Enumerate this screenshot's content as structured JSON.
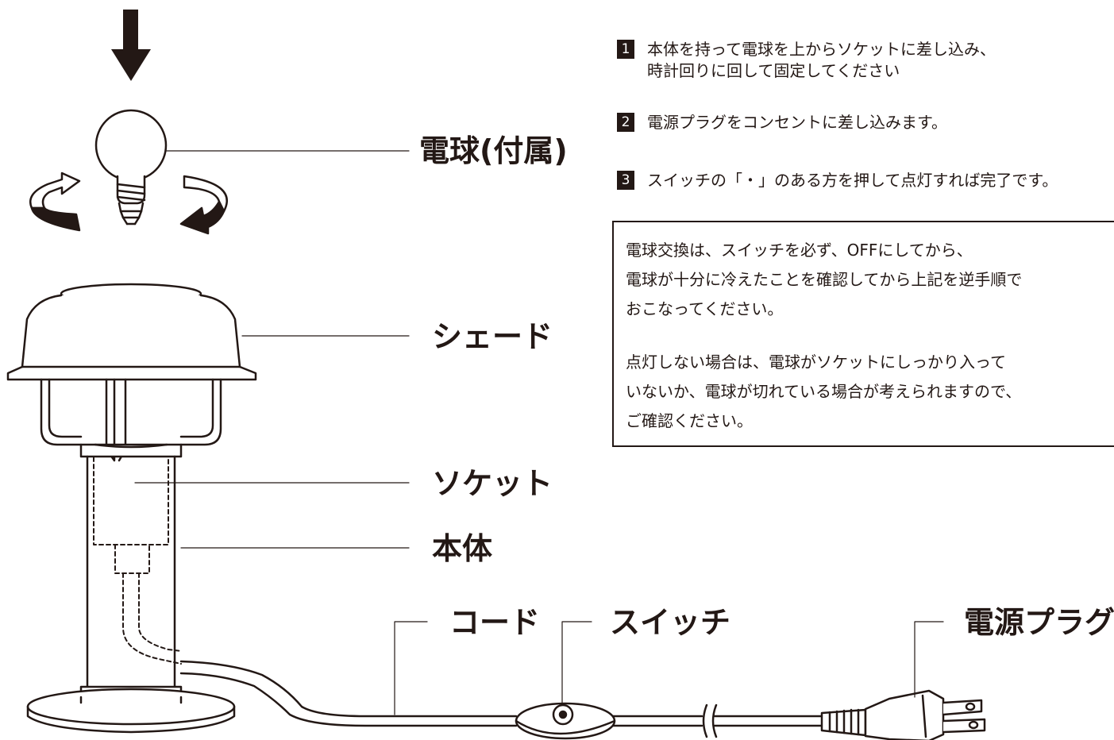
{
  "parts": {
    "bulb": "電球(付属)",
    "shade": "シェード",
    "socket": "ソケット",
    "body": "本体",
    "cord": "コード",
    "switch": "スイッチ",
    "plug": "電源プラグ"
  },
  "steps": [
    {
      "num": "1",
      "lines": [
        "本体を持って電球を上からソケットに差し込み、",
        "時計回りに回して固定してください"
      ]
    },
    {
      "num": "2",
      "lines": [
        "電源プラグをコンセントに差し込みます。"
      ]
    },
    {
      "num": "3",
      "lines": [
        "スイッチの「・」のある方を押して点灯すれば完了です。"
      ]
    }
  ],
  "notice": {
    "para1": [
      "電球交換は、スイッチを必ず、OFFにしてから、",
      "電球が十分に冷えたことを確認してから上記を逆手順で",
      "おこなってください。"
    ],
    "para2": [
      "点灯しない場合は、電球がソケットにしっかり入って",
      "いないか、電球が切れている場合が考えられますので、",
      "ご確認ください。"
    ]
  }
}
